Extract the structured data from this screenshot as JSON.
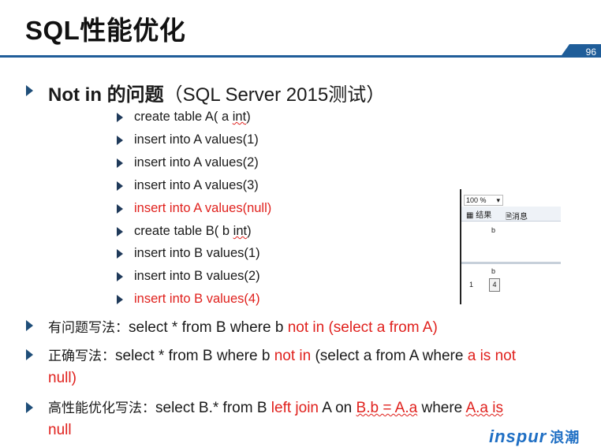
{
  "title": "SQL性能优化",
  "page_number": "96",
  "heading": {
    "bold": "Not in 的问题",
    "rest": "（SQL Server 2015测试）"
  },
  "code_lines": [
    {
      "pre": "create table A( a ",
      "u": "int",
      "post": ")",
      "red": false
    },
    {
      "pre": "insert into A values(1)",
      "u": "",
      "post": "",
      "red": false
    },
    {
      "pre": "insert into A values(2)",
      "u": "",
      "post": "",
      "red": false
    },
    {
      "pre": "insert into A values(3)",
      "u": "",
      "post": "",
      "red": false
    },
    {
      "pre": "insert into A values(null)",
      "u": "",
      "post": "",
      "red": true
    },
    {
      "pre": "create table B( b ",
      "u": "int",
      "post": ")",
      "red": false
    },
    {
      "pre": "insert into B values(1)",
      "u": "",
      "post": "",
      "red": false
    },
    {
      "pre": "insert into B values(2)",
      "u": "",
      "post": "",
      "red": false
    },
    {
      "pre": "insert into B values(4)",
      "u": "",
      "post": "",
      "red": true
    }
  ],
  "method1": {
    "label": "有问题写法：",
    "a": "select * from B where b ",
    "b": "not in (select a from A)"
  },
  "method2": {
    "label": "正确写法：",
    "a": "select * from B where b ",
    "b": "not in",
    "c": " (select a from A where ",
    "d": "a is not",
    "e": "null)"
  },
  "method3": {
    "label": "高性能优化写法：",
    "a": "select B.* from B ",
    "b": "left join",
    "c": " A on ",
    "d": "B.b = A.a",
    "e": " where ",
    "f": "A.a is",
    "g": "null"
  },
  "result_panel": {
    "zoom": "100 %",
    "tab_results": "结果",
    "tab_messages": "消息",
    "col1": "b",
    "col2": "b",
    "row_num": "1",
    "row_val": "4"
  },
  "logo": {
    "en": "inspur",
    "cn": "浪潮"
  },
  "colors": {
    "accent": "#1f5d99",
    "highlight": "#e0211d",
    "logo": "#1f6fc4"
  }
}
